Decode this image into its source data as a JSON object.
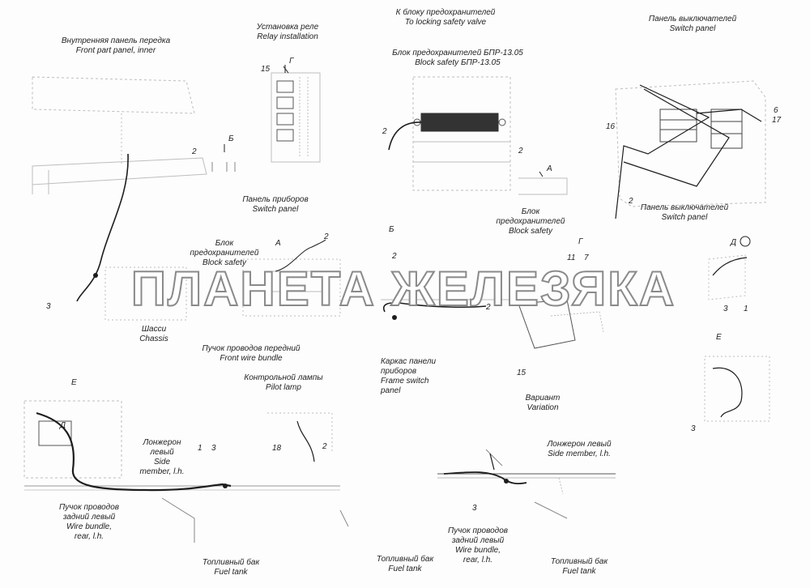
{
  "watermark": "ПЛАНЕТА ЖЕЛЕЗЯКА",
  "labels": {
    "front_panel_inner": [
      "Внутренняя панель передка",
      "Front part panel, inner"
    ],
    "relay_installation": [
      "Установка реле",
      "Relay installation"
    ],
    "to_safety_block": [
      "К блоку предохранителей",
      "To locking safety valve"
    ],
    "block_bpr": [
      "Блок предохранителей БПР-13.05",
      "Block safety БПР-13.05"
    ],
    "switch_panel_top": [
      "Панель выключателей",
      "Switch panel"
    ],
    "instrument_panel": [
      "Панель приборов",
      "Switch panel"
    ],
    "switch_panel_right": [
      "Панель выключателей",
      "Switch panel"
    ],
    "safety_block_mid": [
      "Блок",
      "предохранителей",
      "Block safety"
    ],
    "safety_block_left": [
      "Блок",
      "предохранителей",
      "Block safety"
    ],
    "chassis": [
      "Шасси",
      "Chassis"
    ],
    "front_wire_bundle": [
      "Пучок проводов передний",
      "Front wire bundle"
    ],
    "pilot_lamp": [
      "Контрольной лампы",
      "Pilot lamp"
    ],
    "frame_switch_panel": [
      "Каркас панели",
      "приборов",
      "Frame switch",
      "panel"
    ],
    "variation": [
      "Вариант",
      "Variation"
    ],
    "side_member_left": [
      "Лонжерон",
      "левый",
      "Side",
      "member, l.h."
    ],
    "side_member_right": [
      "Лонжерон левый",
      "Side member, l.h."
    ],
    "wire_bundle_rear_left": [
      "Пучок проводов",
      "задний левый",
      "Wire bundle,",
      "rear, l.h."
    ],
    "wire_bundle_rear_mid": [
      "Пучок проводов",
      "задний левый",
      "Wire bundle,",
      "rear, l.h."
    ],
    "fuel_tank_1": [
      "Топливный бак",
      "Fuel tank"
    ],
    "fuel_tank_2": [
      "Топливный бак",
      "Fuel tank"
    ],
    "fuel_tank_3": [
      "Топливный бак",
      "Fuel tank"
    ]
  },
  "numbers": {
    "n15a": "15",
    "n2a": "2",
    "n3a": "3",
    "n2b": "2",
    "n2c": "2",
    "n2d": "2",
    "n16": "16",
    "n6": "6",
    "n17": "17",
    "n2e": "2",
    "n2f": "2",
    "n2g": "2",
    "n11": "11",
    "n7": "7",
    "n3b": "3",
    "n1": "1",
    "n15b": "15",
    "n3c": "3",
    "n1b": "1",
    "n3d": "3",
    "n18": "18",
    "n2h": "2",
    "n3e": "3"
  },
  "views": {
    "g_top": "Г",
    "b_top": "Б",
    "a_mid": "А",
    "a_left": "А",
    "b_mid": "Б",
    "g_mid": "Г",
    "d_right": "Д",
    "e_right": "Е",
    "e_left": "Е",
    "d_left": "Д"
  }
}
